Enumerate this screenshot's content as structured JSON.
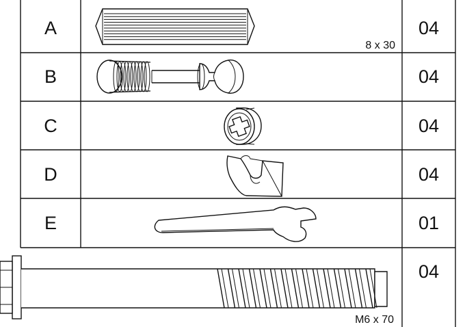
{
  "parts": [
    {
      "letter": "A",
      "qty": "04",
      "size": "8 x 30",
      "icon": "wooden-dowel"
    },
    {
      "letter": "B",
      "qty": "04",
      "size": "",
      "icon": "cam-bolt"
    },
    {
      "letter": "C",
      "qty": "04",
      "size": "",
      "icon": "cam-lock"
    },
    {
      "letter": "D",
      "qty": "04",
      "size": "",
      "icon": "cam-cover"
    },
    {
      "letter": "E",
      "qty": "01",
      "size": "",
      "icon": "wrench"
    },
    {
      "letter": "",
      "qty": "04",
      "size": "M6 x 70",
      "icon": "screw"
    }
  ]
}
